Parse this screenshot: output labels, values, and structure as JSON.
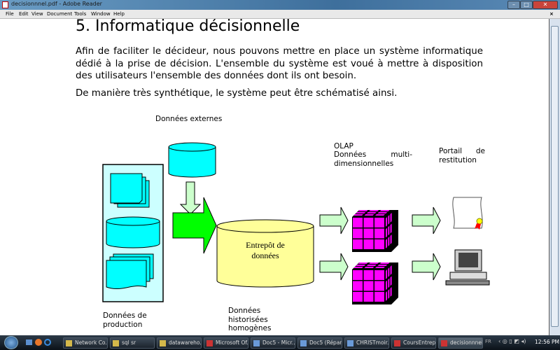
{
  "window": {
    "title": "decisionnnel.pdf - Adobe Reader",
    "minimize": "–",
    "maximize": "□",
    "close": "✕",
    "doc_close": "×"
  },
  "menu": [
    "File",
    "Edit",
    "View",
    "Document",
    "Tools",
    "Window",
    "Help"
  ],
  "content": {
    "heading": "5. Informatique décisionnelle",
    "para1": "Afin de faciliter le décideur, nous pouvons mettre en place un système informatique dédié à la prise de décision. L'ensemble du système est voué à mettre à disposition des utilisateurs l'ensemble des données dont ils ont besoin.",
    "para2": "De manière très synthétique, le système peut être schématisé ainsi."
  },
  "diagram": {
    "external": "Données externes",
    "production": "Données de production",
    "warehouse": "Entrepôt de données",
    "historized": "Données historisées homogènes",
    "olap_line1": "OLAP",
    "olap_line2": "Données multi-dimensionnelles",
    "portal": "Portail de restitution"
  },
  "taskbar": {
    "items": [
      "Network Co...",
      "sql sr",
      "datawareho...",
      "Microsoft Of...",
      "Doc5 - Micr...",
      "Doc5 (Répar...",
      "CHRISTmoir...",
      "CoursEntrep...",
      "decisionnnel..."
    ],
    "lang": "FR",
    "clock": "12:56 PM"
  }
}
